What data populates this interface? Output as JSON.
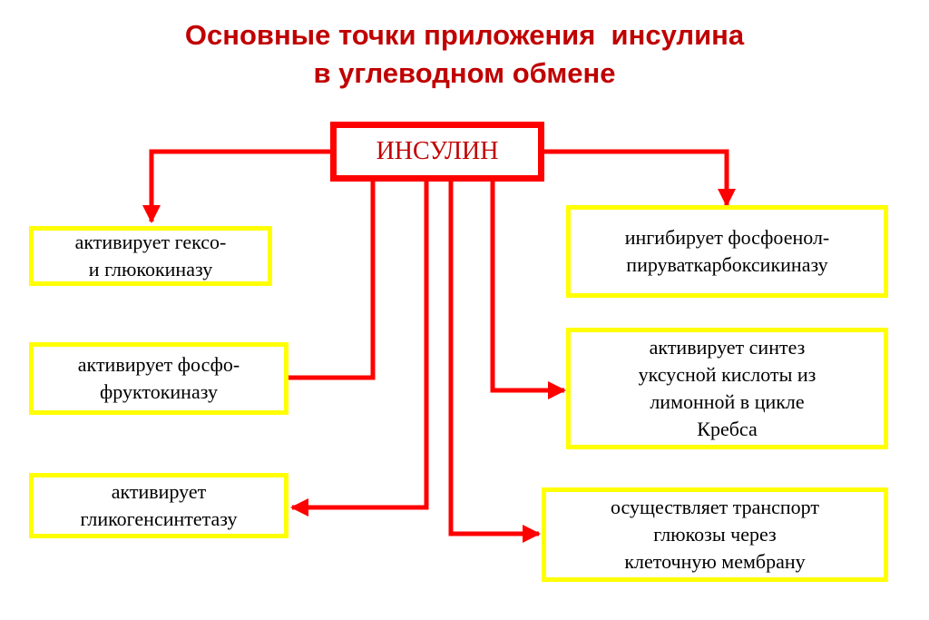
{
  "title": {
    "line1": "Основные точки приложения  инсулина",
    "line2": "в углеводном обмене"
  },
  "center": "ИНСУЛИН",
  "boxes": {
    "hexokinase": [
      "активирует гексо-",
      "и глюкокиназу"
    ],
    "phosphofructokinase": [
      "активирует фосфо-",
      "фруктокиназу"
    ],
    "glycogen_synthase": [
      "активирует",
      "гликогенсинтетазу"
    ],
    "pepck": [
      "ингибирует фосфоенол-",
      "пируваткарбоксикиназу"
    ],
    "acetic_acid": [
      "активирует синтез",
      "уксусной кислоты из",
      "лимонной в цикле",
      "Кребса"
    ],
    "glucose_transport": [
      "осуществляет транспорт",
      "глюкозы через",
      "клеточную мембрану"
    ]
  },
  "colors": {
    "title": "#c00000",
    "arrow": "#ff0000",
    "box_border": "#ffff00"
  }
}
